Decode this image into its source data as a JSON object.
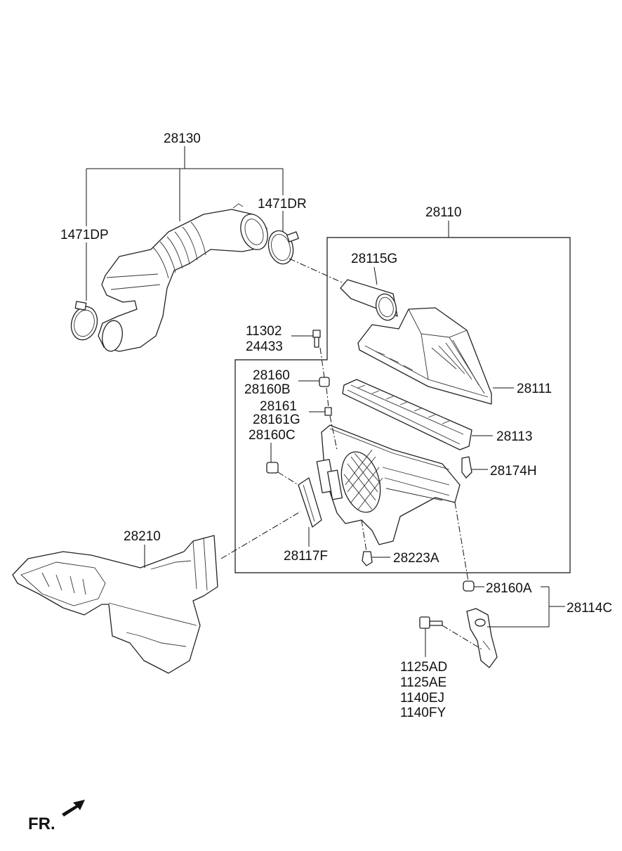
{
  "labels": {
    "p28130": "28130",
    "p1471DR": "1471DR",
    "p1471DP": "1471DP",
    "p28110": "28110",
    "p28115G": "28115G",
    "p11302": "11302",
    "p24433": "24433",
    "p28160": "28160",
    "p28160B": "28160B",
    "p28161": "28161",
    "p28161G": "28161G",
    "p28160C": "28160C",
    "p28111": "28111",
    "p28113": "28113",
    "p28174H": "28174H",
    "p28210": "28210",
    "p28117F": "28117F",
    "p28223A": "28223A",
    "p28160A": "28160A",
    "p28114C": "28114C",
    "p1125AD": "1125AD",
    "p1125AE": "1125AE",
    "p1140EJ": "1140EJ",
    "p1140FY": "1140FY",
    "fr": "FR."
  }
}
